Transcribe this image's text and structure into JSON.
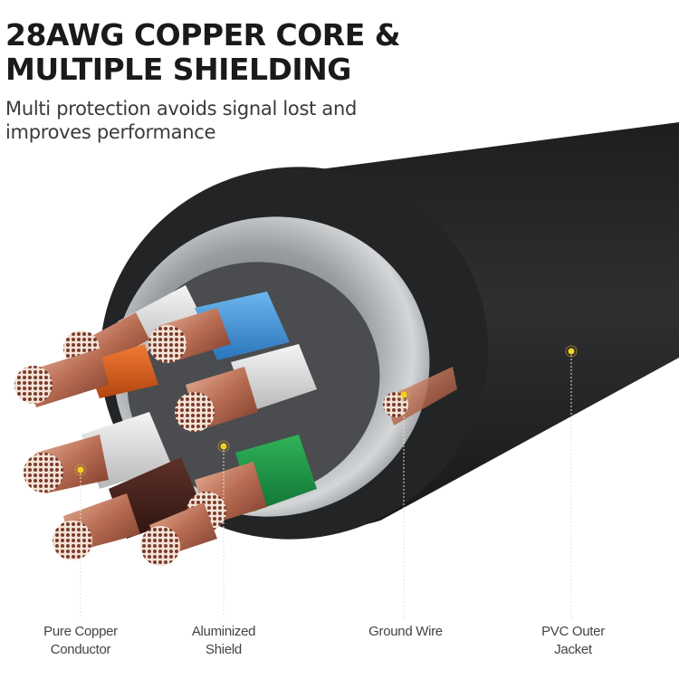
{
  "header": {
    "title_line1": "28AWG COPPER CORE &",
    "title_line2": "MULTIPLE SHIELDING",
    "subtitle_line1": "Multi protection avoids signal lost and",
    "subtitle_line2": "improves performance"
  },
  "callouts": [
    {
      "id": "pure-copper-conductor",
      "line1": "Pure Copper",
      "line2": "Conductor"
    },
    {
      "id": "aluminized-shield",
      "line1": "Aluminized",
      "line2": "Shield"
    },
    {
      "id": "ground-wire",
      "line1": "Ground Wire",
      "line2": ""
    },
    {
      "id": "pvc-outer-jacket",
      "line1": "PVC Outer",
      "line2": "Jacket"
    }
  ],
  "colors": {
    "jacket": "#2a2b2d",
    "shield": "#b9bcbf",
    "copper": "#c8836a",
    "marker": "#f2d21c",
    "wire_blue": "#3d8fd6",
    "wire_orange": "#e0621c",
    "wire_green": "#1f9a46",
    "wire_brown": "#4a2620",
    "wire_white": "#e8e8e8"
  }
}
